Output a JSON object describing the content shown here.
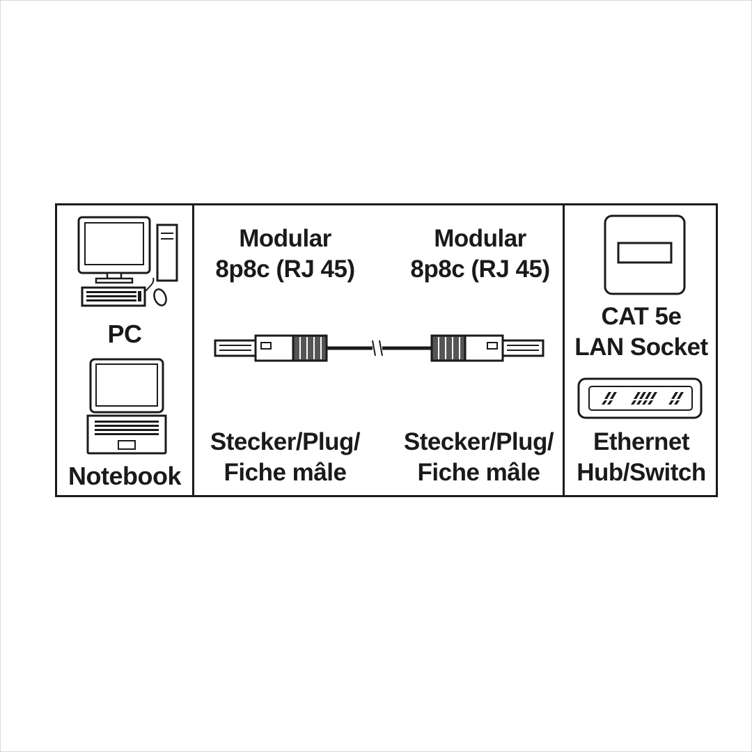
{
  "left_column": {
    "pc_label": "PC",
    "notebook_label": "Notebook"
  },
  "middle_column": {
    "left_plug": {
      "type_line1": "Modular",
      "type_line2": "8p8c (RJ 45)",
      "name_line1": "Stecker/Plug/",
      "name_line2": "Fiche mâle"
    },
    "right_plug": {
      "type_line1": "Modular",
      "type_line2": "8p8c (RJ 45)",
      "name_line1": "Stecker/Plug/",
      "name_line2": "Fiche mâle"
    }
  },
  "right_column": {
    "socket_line1": "CAT 5e",
    "socket_line2": "LAN Socket",
    "hub_line1": "Ethernet",
    "hub_line2": "Hub/Switch"
  }
}
